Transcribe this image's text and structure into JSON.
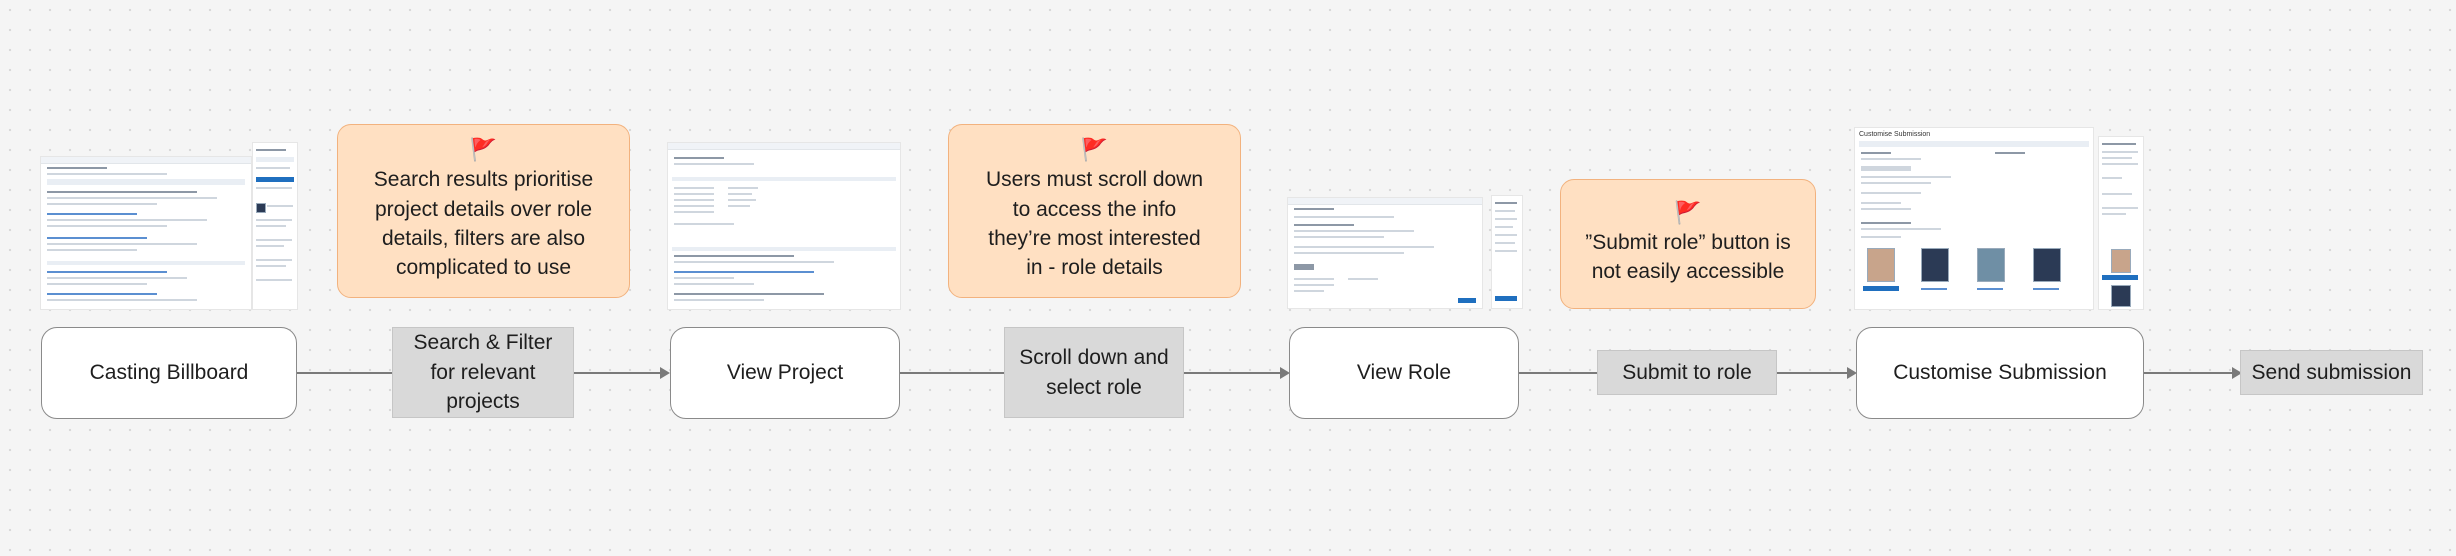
{
  "stages": [
    "Casting Billboard",
    "View Project",
    "View Role",
    "Customise Submission"
  ],
  "actions": [
    "Search & Filter for relevant projects",
    "Scroll down and select role",
    "Submit to role",
    "Send submission"
  ],
  "notes": [
    {
      "flag": "🚩",
      "text": "Search results prioritise project details over role details, filters are also complicated to use"
    },
    {
      "flag": "🚩",
      "text": "Users must scroll down to access the info they’re most interested in - role details"
    },
    {
      "flag": "🚩",
      "text": "”Submit role” button is not easily accessible"
    }
  ],
  "thumbnails": {
    "customise_title": "Customise Submission"
  },
  "colors": {
    "note_fill": "#ffe0c2",
    "note_border": "#f2b27e",
    "action_fill": "#d9d9d9",
    "stage_fill": "#ffffff",
    "connector": "#7a7a7a"
  }
}
